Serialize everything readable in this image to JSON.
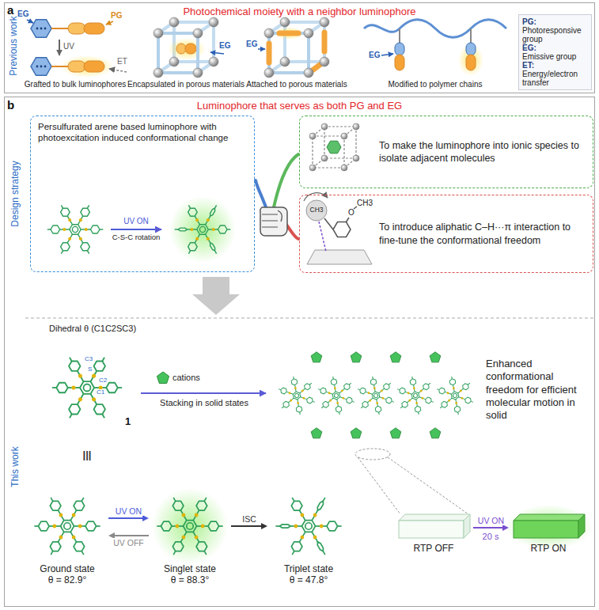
{
  "diagram": {
    "nodes": [
      {
        "text": [
          "Photochemical moiety with a neighbor luminophore"
        ]
      },
      {
        "text": [
          "PG:",
          "Photoresponsive group",
          "EG:",
          "Emissive group",
          "ET:",
          "Energy/electron transfer"
        ],
        "in": 0
      },
      {
        "text": [
          "Luminophore that serves as both PG and EG"
        ]
      },
      {
        "text": [
          "Persulfurated arene based luminophore with photoexcitation induced conformational change"
        ],
        "in": 2
      },
      {
        "text": [
          "To make the luminophore into ionic species to isolate adjacent molecules"
        ],
        "in": 2
      },
      {
        "text": [
          "To introduce aliphatic C–H···π interaction to fine-tune the conformational freedom"
        ],
        "in": 2
      },
      {
        "text": [
          "Ground state",
          "θ = 82.9°"
        ],
        "in": 2
      },
      {
        "text": [
          "Singlet state",
          "θ = 88.3°"
        ],
        "in": 2
      },
      {
        "text": [
          "Triplet state",
          "θ = 47.8°"
        ],
        "in": 2
      },
      {
        "text": [
          "RTP OFF"
        ],
        "in": 2
      },
      {
        "text": [
          "RTP ON"
        ],
        "in": 2
      }
    ],
    "edges": [
      {
        "from": 6,
        "to": 7,
        "arrow": "to",
        "label": "UV ON"
      },
      {
        "from": 7,
        "to": 6,
        "arrow": "to",
        "label": "UV OFF"
      },
      {
        "from": 7,
        "to": 8,
        "arrow": "to",
        "label": "ISC"
      },
      {
        "from": 9,
        "to": 10,
        "arrow": "to",
        "label": "UV ON"
      }
    ],
    "labels": [
      "a",
      "Previous work",
      "EG",
      "PG",
      "UV",
      "ET",
      "Grafted to bulk luminophores",
      "EG",
      "Encapsulated in porous materials",
      "EG",
      "Attached to porous materials",
      "EG",
      "Modified to polymer chains",
      "b",
      "Design strategy",
      "UV ON",
      "C-S-C rotation",
      "CH3",
      "O",
      "CH3",
      "This work",
      "Dihedral θ (C1C2SC3)",
      "C1",
      "C2",
      "S",
      "C3",
      "1",
      "|||",
      "cations",
      "Stacking in solid states",
      "Enhanced conformational freedom for efficient molecular motion in solid",
      "20 s"
    ]
  }
}
